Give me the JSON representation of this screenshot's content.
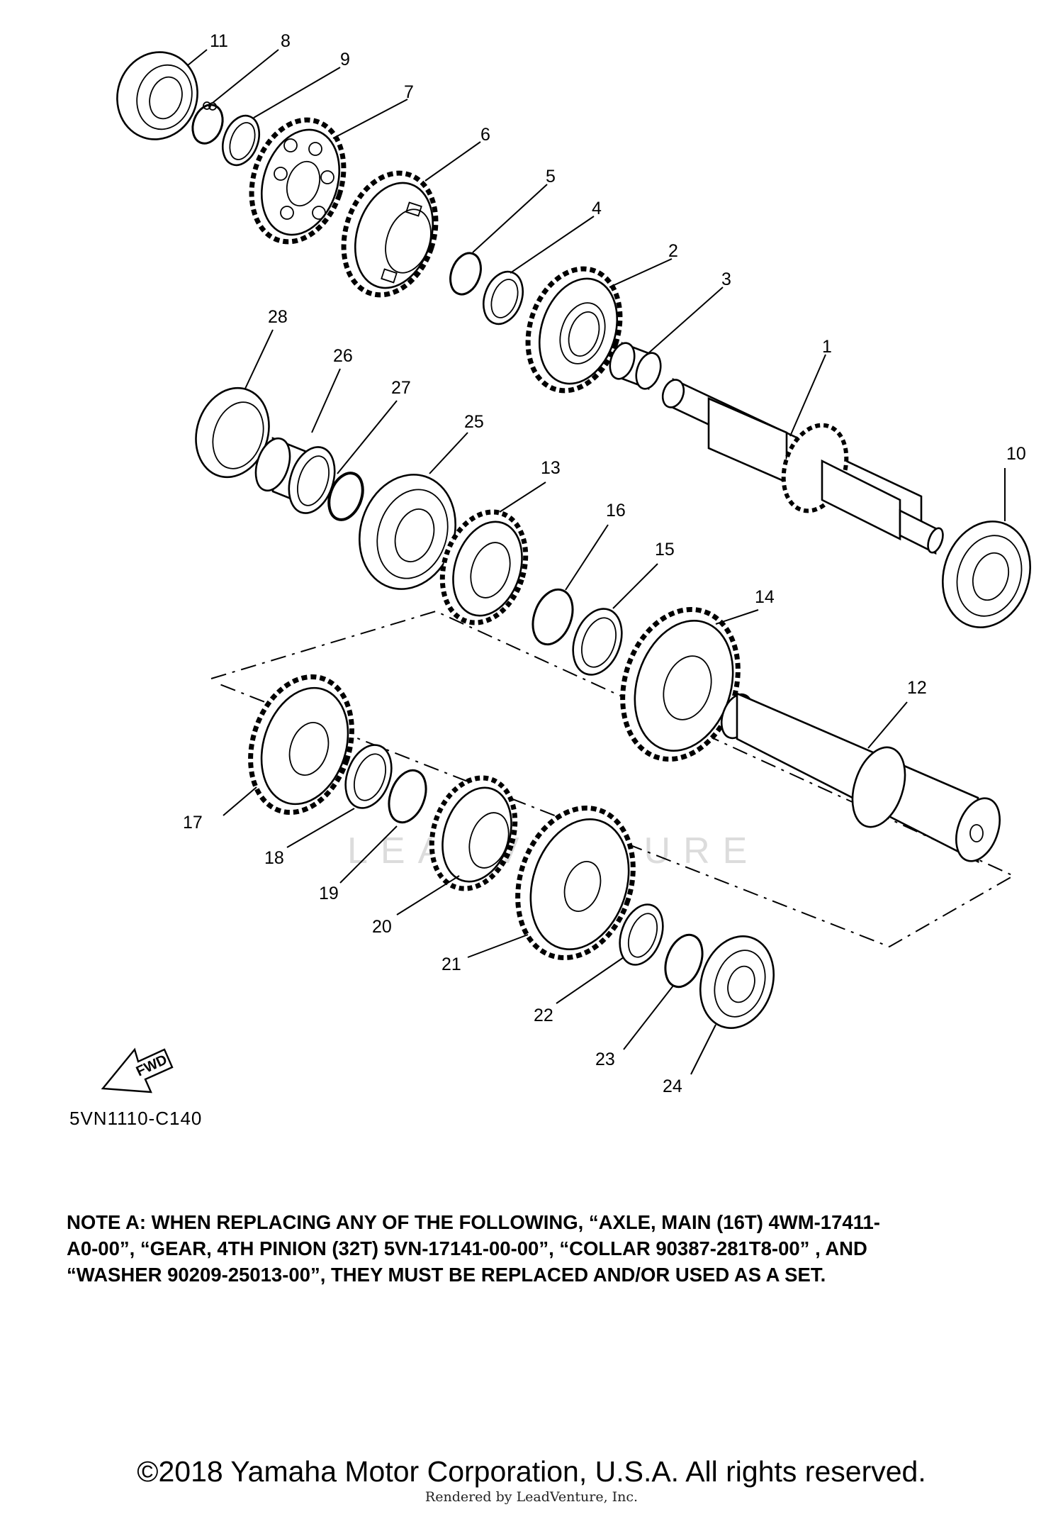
{
  "diagram": {
    "title": "Transmission parts diagram",
    "code": "5VN1110-C140",
    "fwd_label": "FWD",
    "callouts": {
      "c1": "1",
      "c2": "2",
      "c3": "3",
      "c4": "4",
      "c5": "5",
      "c6": "6",
      "c7": "7",
      "c8": "8",
      "c9": "9",
      "c10": "10",
      "c11": "11",
      "c12": "12",
      "c13": "13",
      "c14": "14",
      "c15": "15",
      "c16": "16",
      "c17": "17",
      "c18": "18",
      "c19": "19",
      "c20": "20",
      "c21": "21",
      "c22": "22",
      "c23": "23",
      "c24": "24",
      "c25": "25",
      "c26": "26",
      "c27": "27",
      "c28": "28"
    }
  },
  "note": {
    "line1": "NOTE A: WHEN REPLACING ANY OF THE FOLLOWING, “AXLE, MAIN (16T) 4WM-17411-",
    "line2": "A0-00”, “GEAR, 4TH PINION (32T) 5VN-17141-00-00”, “COLLAR 90387-281T8-00” , AND",
    "line3": "“WASHER 90209-25013-00”, THEY MUST BE REPLACED AND/OR USED AS A SET."
  },
  "footer": {
    "copyright": "©2018 Yamaha Motor Corporation, U.S.A. All rights reserved.",
    "rendered_by": "Rendered by LeadVenture, Inc.",
    "watermark": "LEADVENTURE"
  }
}
